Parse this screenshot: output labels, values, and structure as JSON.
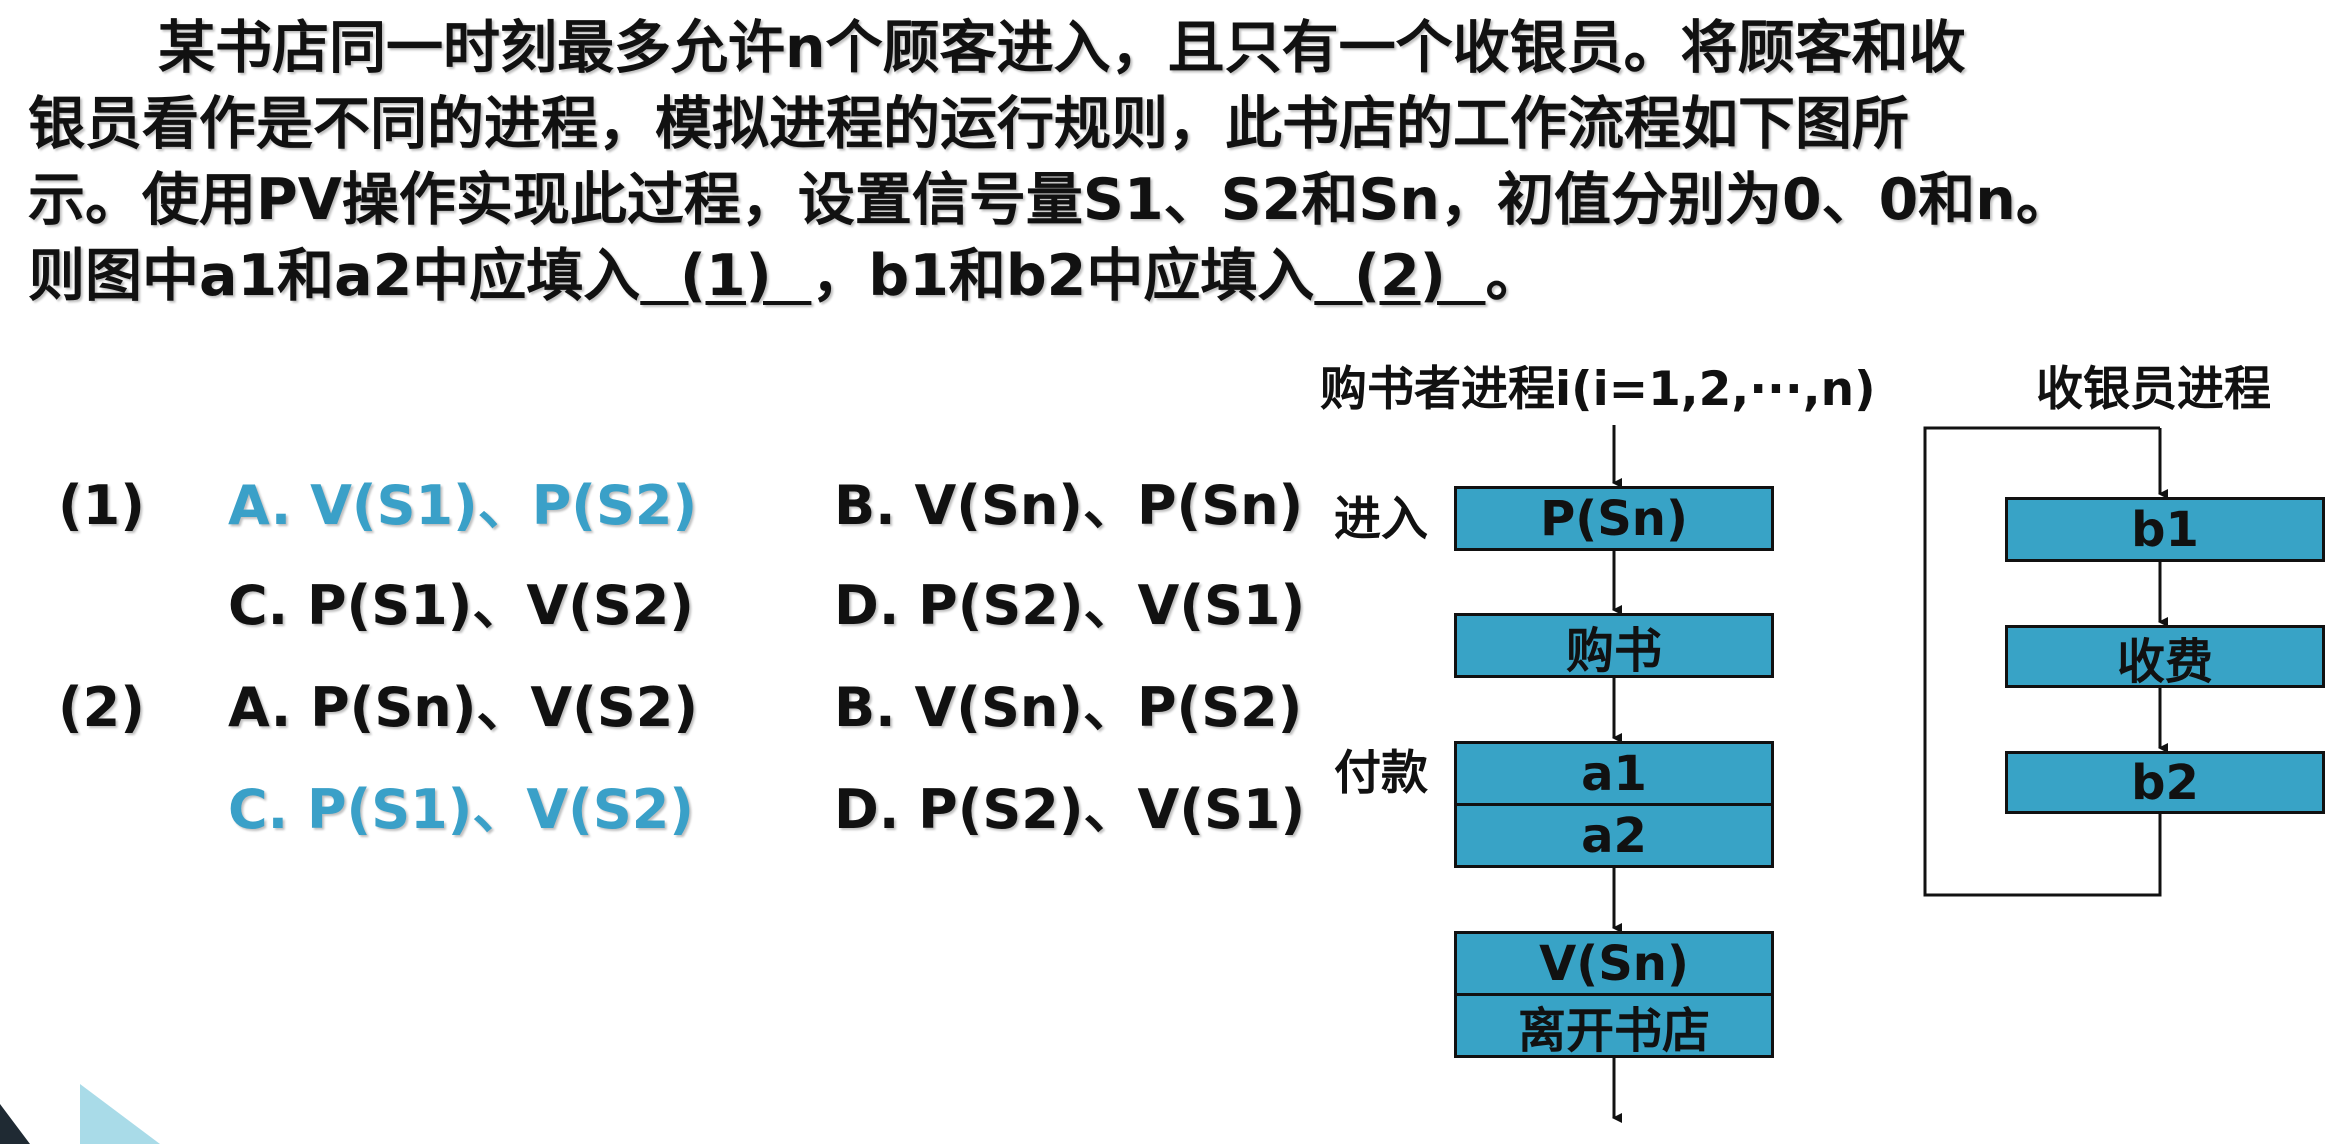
{
  "question": {
    "line1": "某书店同一时刻最多允许n个顾客进入，且只有一个收银员。将顾客和收",
    "line2": "银员看作是不同的进程，模拟进程的运行规则，此书店的工作流程如下图所",
    "line3": "示。使用PV操作实现此过程，设置信号量S1、S2和Sn，初值分别为0、0和n。",
    "line4_a": "则图中a1和a2中应填入",
    "blank1": "  (1)  ",
    "line4_b": "，b1和b2中应填入",
    "blank2": "  (2)  ",
    "line4_c": "。"
  },
  "options": {
    "q1": {
      "label": "(1)",
      "A": "A. V(S1)、P(S2)",
      "B": "B. V(Sn)、P(Sn)",
      "C": "C. P(S1)、V(S2)",
      "D": "D. P(S2)、V(S1)"
    },
    "q2": {
      "label": "(2)",
      "A": "A. P(Sn)、V(S2)",
      "B": "B. V(Sn)、P(S2)",
      "C": "C. P(S1)、V(S2)",
      "D": "D. P(S2)、V(S1)"
    },
    "highlight_color": "#3aa0c8"
  },
  "flow": {
    "buyer_title": "购书者进程i(i=1,2,···,n)",
    "cashier_title": "收银员进程",
    "enter_label": "进入",
    "pay_label": "付款",
    "buyer_boxes": {
      "psn": "P(Sn)",
      "buy": "购书",
      "a1": "a1",
      "a2": "a2",
      "vsn": "V(Sn)",
      "leave": "离开书店"
    },
    "cashier_boxes": {
      "b1": "b1",
      "charge": "收费",
      "b2": "b2"
    },
    "box_color": "#38a3c6"
  }
}
